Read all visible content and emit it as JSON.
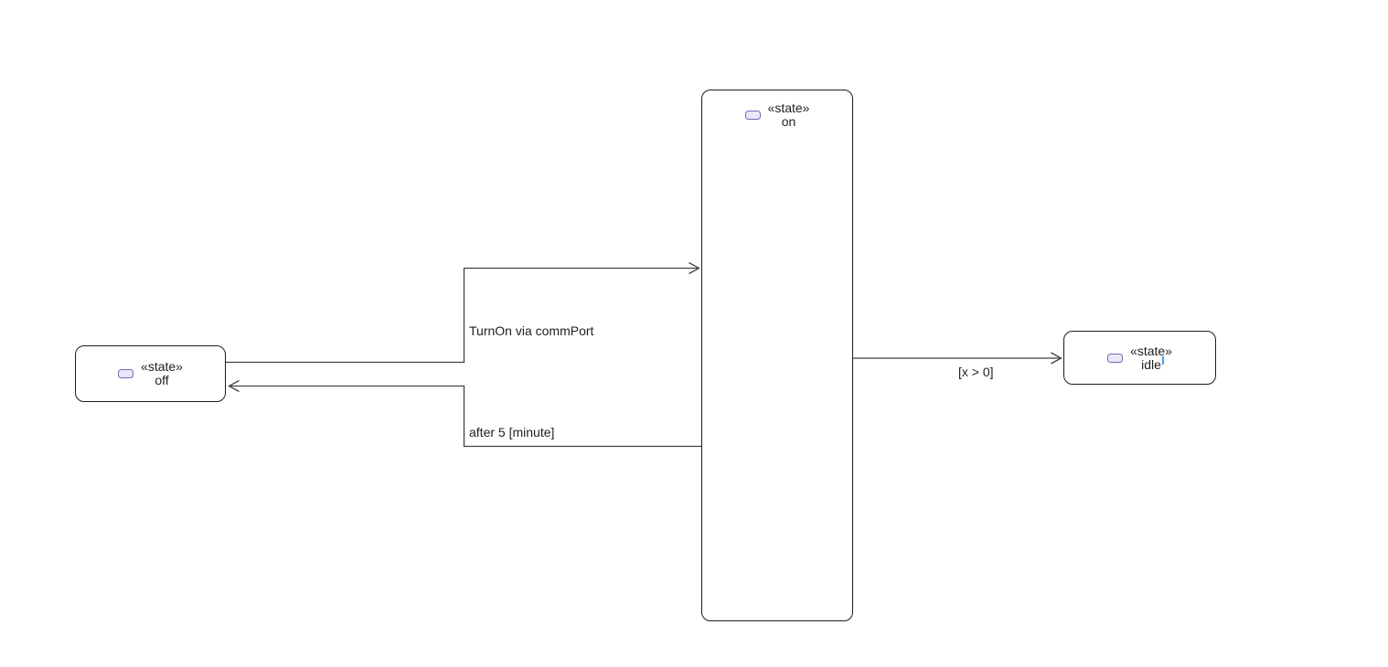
{
  "diagram": {
    "states": [
      {
        "id": "off",
        "stereotype": "«state»",
        "name": "off"
      },
      {
        "id": "on",
        "stereotype": "«state»",
        "name": "on"
      },
      {
        "id": "idle",
        "stereotype": "«state»",
        "name": "idle"
      }
    ],
    "transitions": [
      {
        "id": "turnon",
        "from": "off",
        "to": "on",
        "label": "TurnOn via commPort"
      },
      {
        "id": "after5",
        "from": "on",
        "to": "off",
        "label": "after 5 [minute]"
      },
      {
        "id": "guard",
        "from": "on",
        "to": "idle",
        "label": "[x > 0]"
      }
    ],
    "colors": {
      "canvas": "#ffffff",
      "state_border": "#1c1c1c",
      "state_fill": "#ffffff",
      "icon_border": "#7468b8",
      "icon_fill": "#eae8f8",
      "edge_line": "#424242",
      "text": "#1f1f1f",
      "caret": "#4aa0e8"
    }
  }
}
